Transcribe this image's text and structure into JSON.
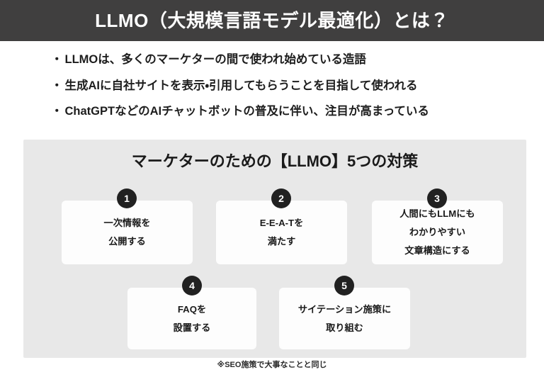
{
  "header": {
    "title": "LLMO（大規模言語モデル最適化）とは？",
    "background_color": "#403f3f",
    "text_color": "#ffffff"
  },
  "bullets": {
    "marker": "・",
    "items": [
      {
        "text": "LLMOは、多くのマーケターの間で使われ始めている造語"
      },
      {
        "text": "生成AIに自社サイトを表示・引用してもらうことを目指して使われる"
      },
      {
        "text": "ChatGPTなどのAIチャットボットの普及に伴い、注目が高まっている"
      }
    ]
  },
  "panel": {
    "heading": "マーケターのための【LLMO】5つの対策",
    "background_color": "#e8e8e8",
    "cards": [
      {
        "number": "1",
        "text": "一次情報を\n公開する"
      },
      {
        "number": "2",
        "text": "E-E-A-Tを\n満たす"
      },
      {
        "number": "3",
        "text": "人間にもLLMにも\nわかりやすい\n文章構造にする"
      },
      {
        "number": "4",
        "text": "FAQを\n設置する"
      },
      {
        "number": "5",
        "text": "サイテーション施策に\n取り組む"
      }
    ],
    "card_background_color": "#fdfdfd",
    "badge_color": "#212121"
  },
  "footnote": {
    "text": "※SEO施策で大事なことと同じ"
  }
}
